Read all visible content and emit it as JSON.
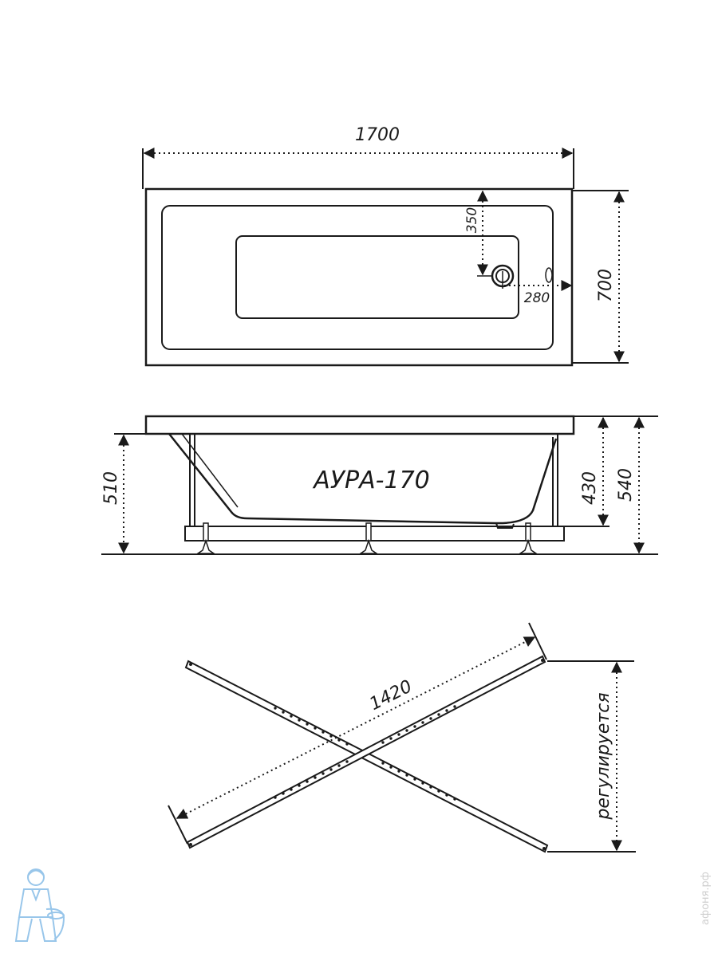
{
  "top_view": {
    "length": "1700",
    "width": "700",
    "drain_from_edge": "350",
    "drain_from_end": "280"
  },
  "side_view": {
    "model": "АУРА-170",
    "frame_height": "510",
    "bowl_depth": "430",
    "total_height": "540"
  },
  "frame_view": {
    "diagonal": "1420",
    "adjustable": "регулируется"
  },
  "watermark": {
    "side_text": "афоня.рф"
  },
  "colors": {
    "line": "#1a1a1a",
    "mascot": "#7fb8e6"
  }
}
